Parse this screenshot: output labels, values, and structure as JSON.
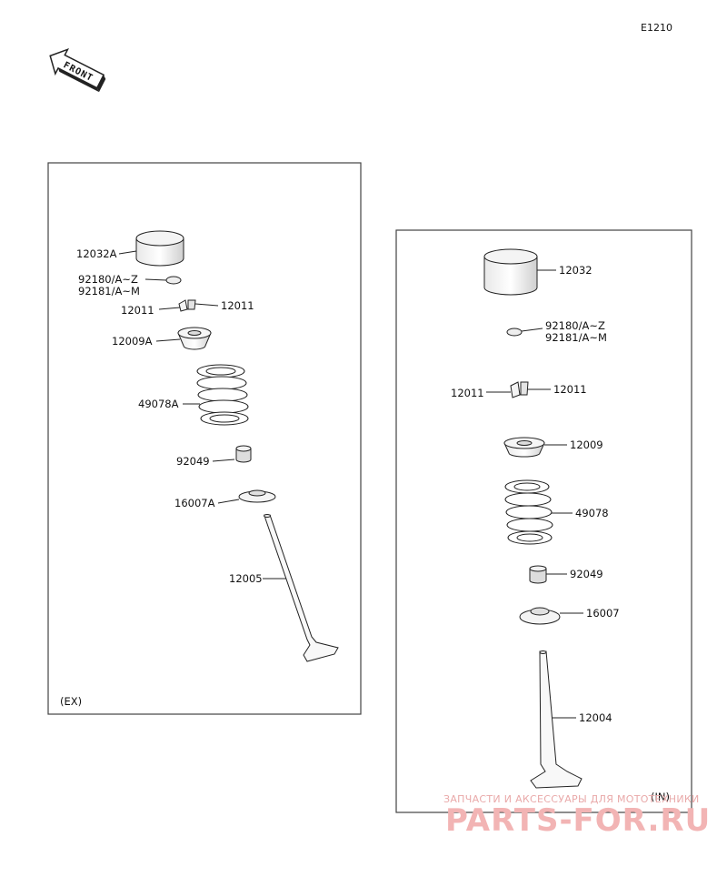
{
  "figure_code": "E1210",
  "front_arrow_label": "FRONT",
  "exhaust_panel": {
    "caption": "(EX)",
    "parts": {
      "tappet": "12032A",
      "shim_line1": "92180/A~Z",
      "shim_line2": "92181/A~M",
      "keeper_left": "12011",
      "keeper_right": "12011",
      "retainer": "12009A",
      "spring": "49078A",
      "seal": "92049",
      "seat": "16007A",
      "valve": "12005"
    }
  },
  "intake_panel": {
    "caption": "(IN)",
    "parts": {
      "tappet": "12032",
      "shim_line1": "92180/A~Z",
      "shim_line2": "92181/A~M",
      "keeper_left": "12011",
      "keeper_right": "12011",
      "retainer": "12009",
      "spring": "49078",
      "seal": "92049",
      "seat": "16007",
      "valve": "12004"
    }
  },
  "watermark": {
    "tagline": "ЗАПЧАСТИ И АКСЕССУАРЫ ДЛЯ МОТОТЕХНИКИ",
    "brand": "PARTS-FOR.RU"
  },
  "colors": {
    "line": "#222222",
    "panel_border": "#444444",
    "watermark": "#f2b4b4"
  }
}
